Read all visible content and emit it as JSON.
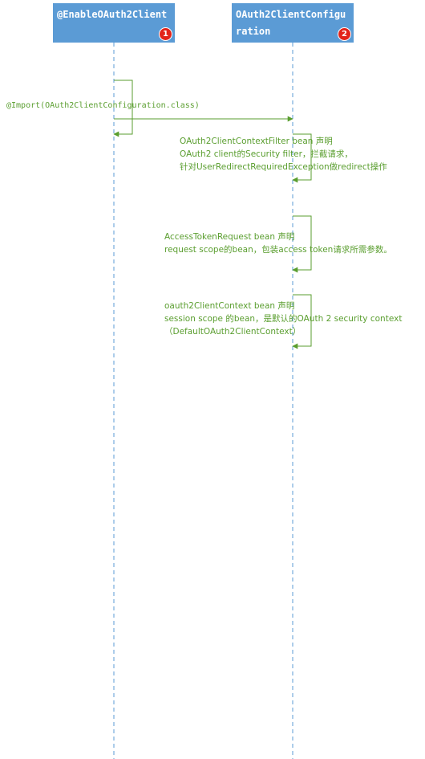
{
  "participants": [
    {
      "label": "@EnableOAuth2Client",
      "badge": "1"
    },
    {
      "label": "OAuth2ClientConfiguration",
      "badge": "2"
    }
  ],
  "messages": {
    "import": "@Import(OAuth2ClientConfiguration.class)",
    "filter": {
      "lines": [
        "OAuth2ClientContextFilter bean 声明",
        "OAuth2 client的Security filter，拦截请求，",
        "针对UserRedirectRequiredException做redirect操作"
      ]
    },
    "token": {
      "lines": [
        "AccessTokenRequest bean 声明",
        "request scope的bean，包装access token请求所需参数。"
      ]
    },
    "context": {
      "lines": [
        "oauth2ClientContext bean 声明",
        "session scope 的bean，是默认的OAuth 2 security context",
        "（DefaultOAuth2ClientContext）"
      ]
    }
  },
  "colors": {
    "box": "#5b9bd5",
    "lifeline": "#5b9bd5",
    "arrow": "#5a9e2f",
    "badge": "#e2231a"
  }
}
